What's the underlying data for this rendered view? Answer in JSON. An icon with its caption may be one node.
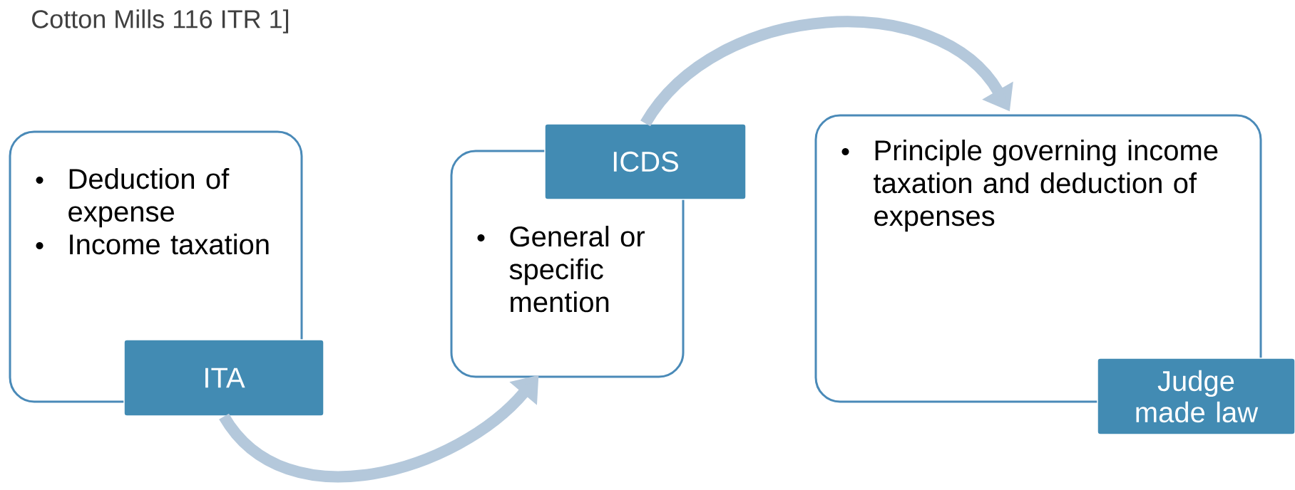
{
  "diagram": {
    "nodes": [
      {
        "text": [
          "Deduction of expense",
          "Income taxation"
        ]
      },
      {
        "text": [
          "ITA"
        ]
      },
      {
        "text": [
          "General or specific mention"
        ]
      },
      {
        "text": [
          "ICDS"
        ]
      },
      {
        "text": [
          "Principle governing income taxation and deduction of expenses"
        ]
      },
      {
        "text": [
          "Judge made law"
        ]
      }
    ],
    "edges": [
      {
        "from": 1,
        "to": 2,
        "arrow": "to"
      },
      {
        "from": 3,
        "to": 4,
        "arrow": "to"
      }
    ],
    "labels": [
      "Cotton Mills 116 ITR 1]"
    ]
  }
}
